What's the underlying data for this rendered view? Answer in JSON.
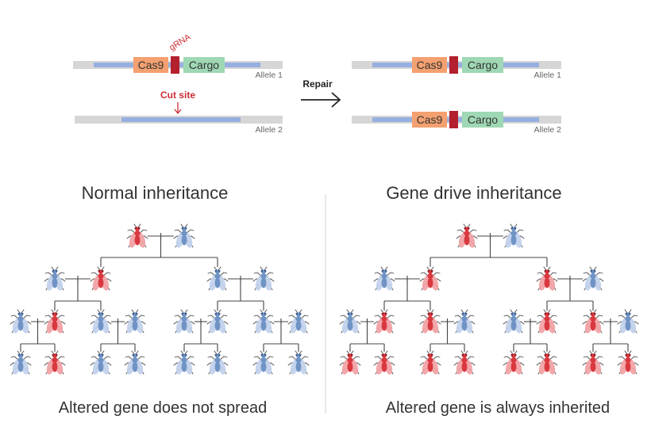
{
  "top": {
    "grna_label": "gRNA",
    "cut_site_label": "Cut site",
    "repair_label": "Repair",
    "cas9_label": "Cas9",
    "cargo_label": "Cargo",
    "allele1_label": "Allele 1",
    "allele2_label": "Allele 2"
  },
  "left_panel": {
    "title": "Normal inheritance",
    "caption": "Altered gene does not spread",
    "generations": [
      [
        "red",
        "blue"
      ],
      [
        "blue",
        "red",
        "blue",
        "blue"
      ],
      [
        "blue",
        "red",
        "blue",
        "blue",
        "blue",
        "blue",
        "blue",
        "blue"
      ],
      [
        "blue",
        "red",
        "blue",
        "blue",
        "blue",
        "blue",
        "blue",
        "blue"
      ]
    ]
  },
  "right_panel": {
    "title": "Gene drive inheritance",
    "caption": "Altered gene is always inherited",
    "generations": [
      [
        "red",
        "blue"
      ],
      [
        "blue",
        "red",
        "red",
        "blue"
      ],
      [
        "blue",
        "red",
        "red",
        "blue",
        "blue",
        "red",
        "red",
        "blue"
      ],
      [
        "red",
        "red",
        "red",
        "red",
        "red",
        "red",
        "red",
        "red"
      ]
    ]
  },
  "colors": {
    "red": "#d9383f",
    "blue": "#6f93c4",
    "cas9": "#f4a070",
    "cargo": "#9fd8b4",
    "grna": "#b3202e",
    "strand_blue": "#97afe0",
    "strand_grey": "#d6d6d6",
    "text": "#333333",
    "accent_red": "#cc2e36"
  }
}
